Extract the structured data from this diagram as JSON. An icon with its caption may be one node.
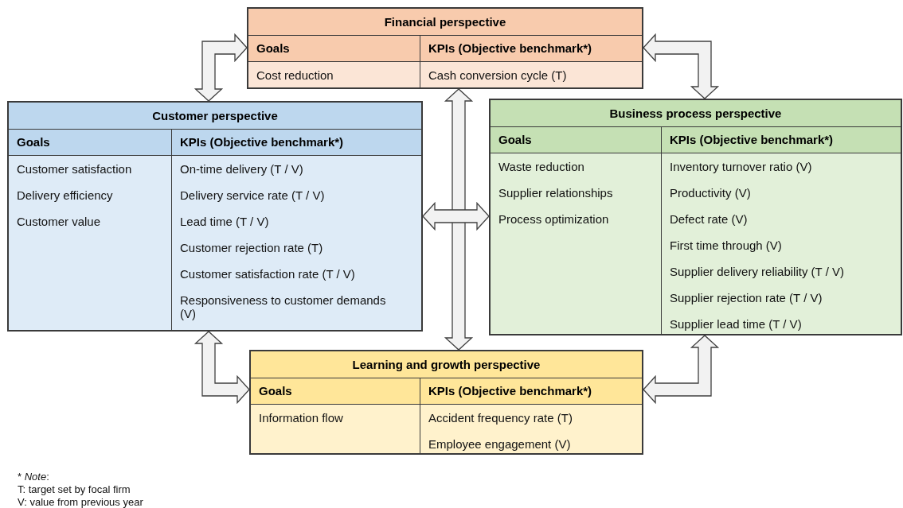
{
  "diagram": {
    "nodes": [
      {
        "text": [
          "Financial perspective",
          "Goals",
          "KPIs (Objective benchmark*)",
          "Cost reduction",
          "Cash conversion cycle (T)"
        ]
      },
      {
        "text": [
          "Customer perspective",
          "Goals",
          "KPIs (Objective benchmark*)",
          "Customer satisfaction",
          "Delivery efficiency",
          "Customer value",
          "On-time delivery (T / V)",
          "Delivery service rate (T / V)",
          "Lead time (T / V)",
          "Customer rejection rate (T)",
          "Customer satisfaction rate (T / V)",
          "Responsiveness to customer demands (V)"
        ]
      },
      {
        "text": [
          "Business process perspective",
          "Goals",
          "KPIs (Objective benchmark*)",
          "Waste reduction",
          "Supplier relationships",
          "Process optimization",
          "Inventory turnover ratio (V)",
          "Productivity (V)",
          "Defect rate (V)",
          "First time through (V)",
          "Supplier delivery reliability (T / V)",
          "Supplier rejection rate (T / V)",
          "Supplier lead time (T / V)"
        ]
      },
      {
        "text": [
          "Learning and growth perspective",
          "Goals",
          "KPIs (Objective benchmark*)",
          "Information flow",
          "Accident frequency rate (T)",
          "Employee engagement (V)"
        ]
      }
    ],
    "edges": [
      {
        "from": 0,
        "to": 1,
        "arrow": "both"
      },
      {
        "from": 0,
        "to": 2,
        "arrow": "both"
      },
      {
        "from": 1,
        "to": 3,
        "arrow": "both"
      },
      {
        "from": 2,
        "to": 3,
        "arrow": "both"
      },
      {
        "from": 0,
        "to": 3,
        "arrow": "both"
      },
      {
        "from": 1,
        "to": 2,
        "arrow": "both"
      }
    ],
    "labels": [
      "* *Note*:",
      "T: target set by focal firm",
      "V: value from previous year"
    ]
  }
}
